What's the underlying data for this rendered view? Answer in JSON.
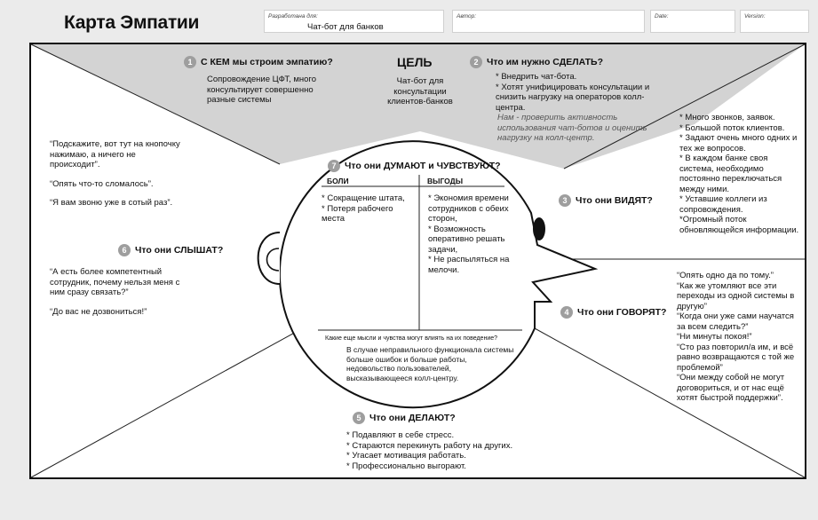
{
  "title": "Карта Эмпатии",
  "header": {
    "developed_for_label": "Разработана для:",
    "developed_for_value": "Чат-бот для банков",
    "author_label": "Автор:",
    "author_value": "",
    "date_label": "Date:",
    "version_label": "Version:"
  },
  "goal": {
    "title": "ЦЕЛЬ",
    "text": "Чат-бот для консультации клиентов-банков"
  },
  "s1": {
    "num": "1",
    "question": "С КЕМ мы строим эмпатию?",
    "text": "Сопровождение ЦФТ, много консультирует совершенно разные системы"
  },
  "s2": {
    "num": "2",
    "question": "Что им нужно СДЕЛАТЬ?",
    "items": [
      "* Внедрить чат-бота.",
      "* Хотят унифицировать консультации и снизить нагрузку на операторов колл-центра."
    ],
    "note": "Нам - проверить активность использования чат-ботов и оценить нагрузку на колл-центр."
  },
  "s3": {
    "num": "3",
    "question": "Что они ВИДЯТ?",
    "items": [
      "* Много звонков, заявок.",
      "* Большой поток клиентов.",
      "* Задают очень много одних и тех же вопросов.",
      "* В каждом банке своя система, необходимо постоянно переключаться между ними.",
      "* Уставшие коллеги из сопровождения.",
      "*Огромный поток обновляющейся информации."
    ]
  },
  "s4": {
    "num": "4",
    "question": "Что они ГОВОРЯТ?",
    "items": [
      "“Опять одно да по тому.”",
      "“Как же утомляют все эти переходы из одной системы в другую”",
      "“Когда они уже сами научатся за всем следить?”",
      "“Ни минуты покоя!”",
      "“Сто раз повторил/а им, и всё равно возвращаются с той же проблемой”",
      "“Они между собой не могут договориться, и от нас ещё хотят быстрой поддержки”."
    ]
  },
  "s5": {
    "num": "5",
    "question": "Что они ДЕЛАЮТ?",
    "items": [
      "* Подавляют в себе стресс.",
      "* Стараются перекинуть работу на других.",
      "* Угасает мотивация работать.",
      "* Профессионально выгорают."
    ]
  },
  "s6": {
    "num": "6",
    "question": "Что они СЛЫШАТ?",
    "items_top": [
      "“Подскажите, вот тут на кнопочку нажимаю, а ничего не происходит”.",
      "“Опять что-то сломалось”.",
      "“Я вам звоню уже в сотый раз”."
    ],
    "items_bottom": [
      "“А есть более компетентный сотрудник, почему нельзя меня с ним сразу связать?”",
      "“До вас не дозвониться!”"
    ]
  },
  "s7": {
    "num": "7",
    "question": "Что они ДУМАЮТ и ЧУВСТВУЮТ?",
    "pains_label": "БОЛИ",
    "pains": [
      "* Сокращение штата,",
      "* Потеря рабочего места"
    ],
    "gains_label": "ВЫГОДЫ",
    "gains": [
      "* Экономия времени сотрудников с обеих сторон,",
      "* Возможность оперативно решать задачи,",
      "* Не распыляться на мелочи."
    ],
    "other_question": "Какие еще мысли и чувства могут влиять на их поведение?",
    "other_text": "В случае неправильного функционала системы больше ошибок и больше работы, недовольство пользователей, высказывающееся колл-центру."
  }
}
